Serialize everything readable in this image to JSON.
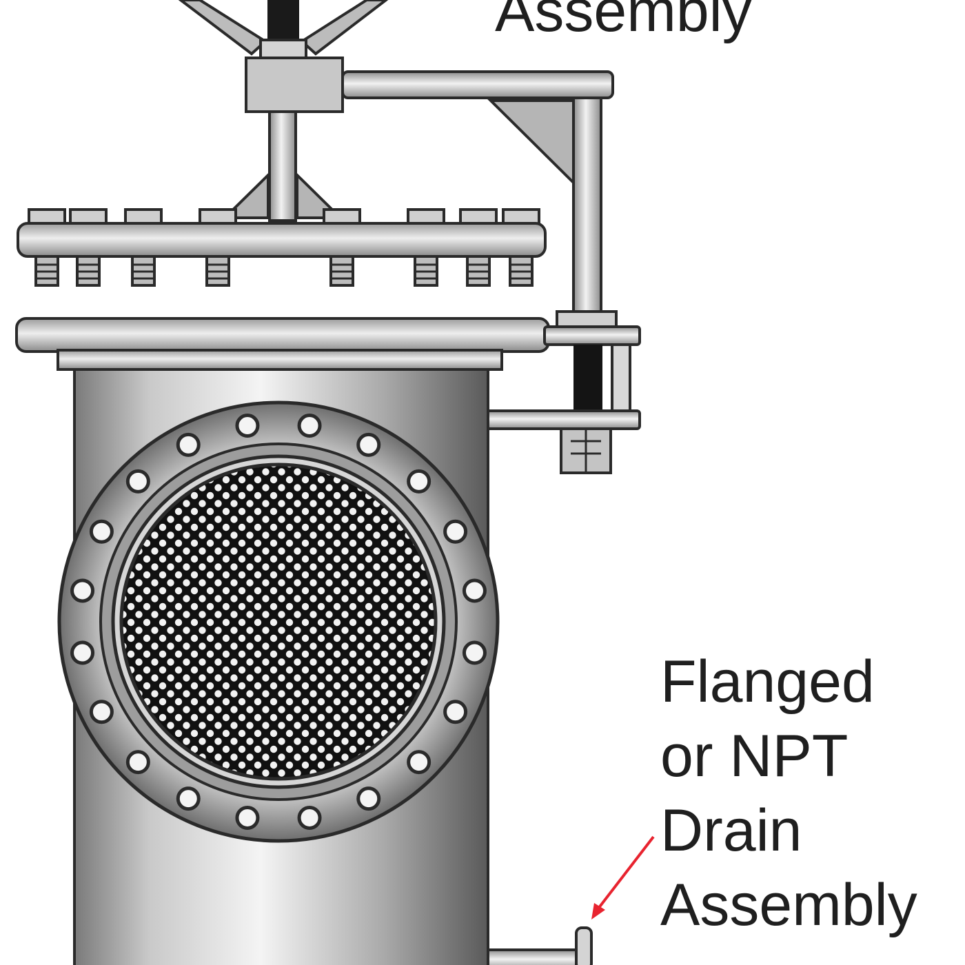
{
  "labels": {
    "top_callout_lines": [
      "Assembly"
    ],
    "drain_callout_lines": [
      "Flanged",
      "or NPT",
      "Drain",
      "Assembly"
    ]
  },
  "colors": {
    "leader_line": "#e8232f",
    "steel_dark": "#4a4a4a",
    "steel_light": "#e6e6e6",
    "outline": "#2a2a2a"
  },
  "icons": {
    "strainer_body": "vessel-illustration",
    "perforated_basket": "perforated-screen"
  }
}
